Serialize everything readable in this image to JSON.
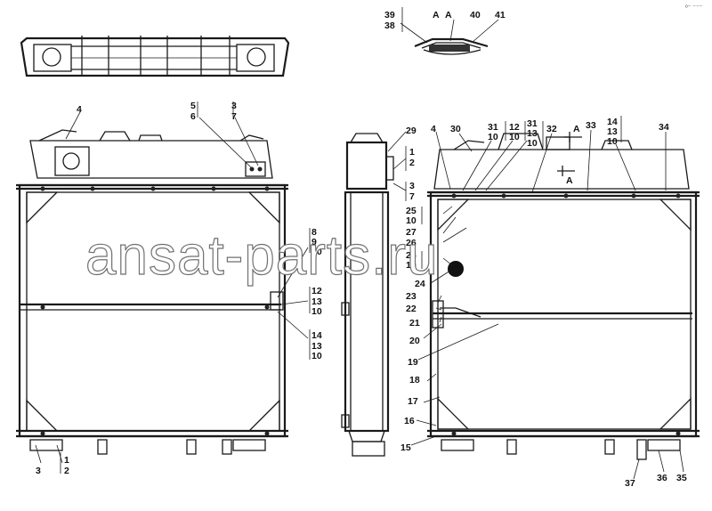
{
  "watermark": "ansat-parts.ru",
  "corner_mark": "ᵒ⁻ ⁻⁻⁻",
  "section_labels": [
    "A",
    "A"
  ],
  "section_marks": [
    "A",
    "A"
  ],
  "callouts": {
    "n39": "39",
    "n38": "38",
    "n40": "40",
    "n41": "41",
    "n4a": "4",
    "n5": "5",
    "n6": "6",
    "n3a": "3",
    "n7a": "7",
    "n8": "8",
    "n9": "9",
    "n10a": "10",
    "n12a": "12",
    "n13a": "13",
    "n10b": "10",
    "n14a": "14",
    "n13b": "13",
    "n10c": "10",
    "n3b": "3",
    "n1a": "1",
    "n2a": "2",
    "n29": "29",
    "n1b": "1",
    "n2b": "2",
    "n3c": "3",
    "n7b": "7",
    "n4b": "4",
    "n30": "30",
    "n31a": "31",
    "n10d": "10",
    "n12b": "12",
    "n10e": "10",
    "n31b": "31",
    "n13c": "13",
    "n10f": "10",
    "n32": "32",
    "n33": "33",
    "n14b": "14",
    "n13d": "13",
    "n10g": "10",
    "n34": "34",
    "n25a": "25",
    "n10h": "10",
    "n27": "27",
    "n26": "26",
    "n25b": "25",
    "n10i": "10",
    "n24": "24",
    "n23": "23",
    "n22": "22",
    "n21": "21",
    "n20": "20",
    "n19": "19",
    "n18": "18",
    "n17": "17",
    "n16": "16",
    "n15": "15",
    "n37": "37",
    "n36": "36",
    "n35": "35"
  }
}
